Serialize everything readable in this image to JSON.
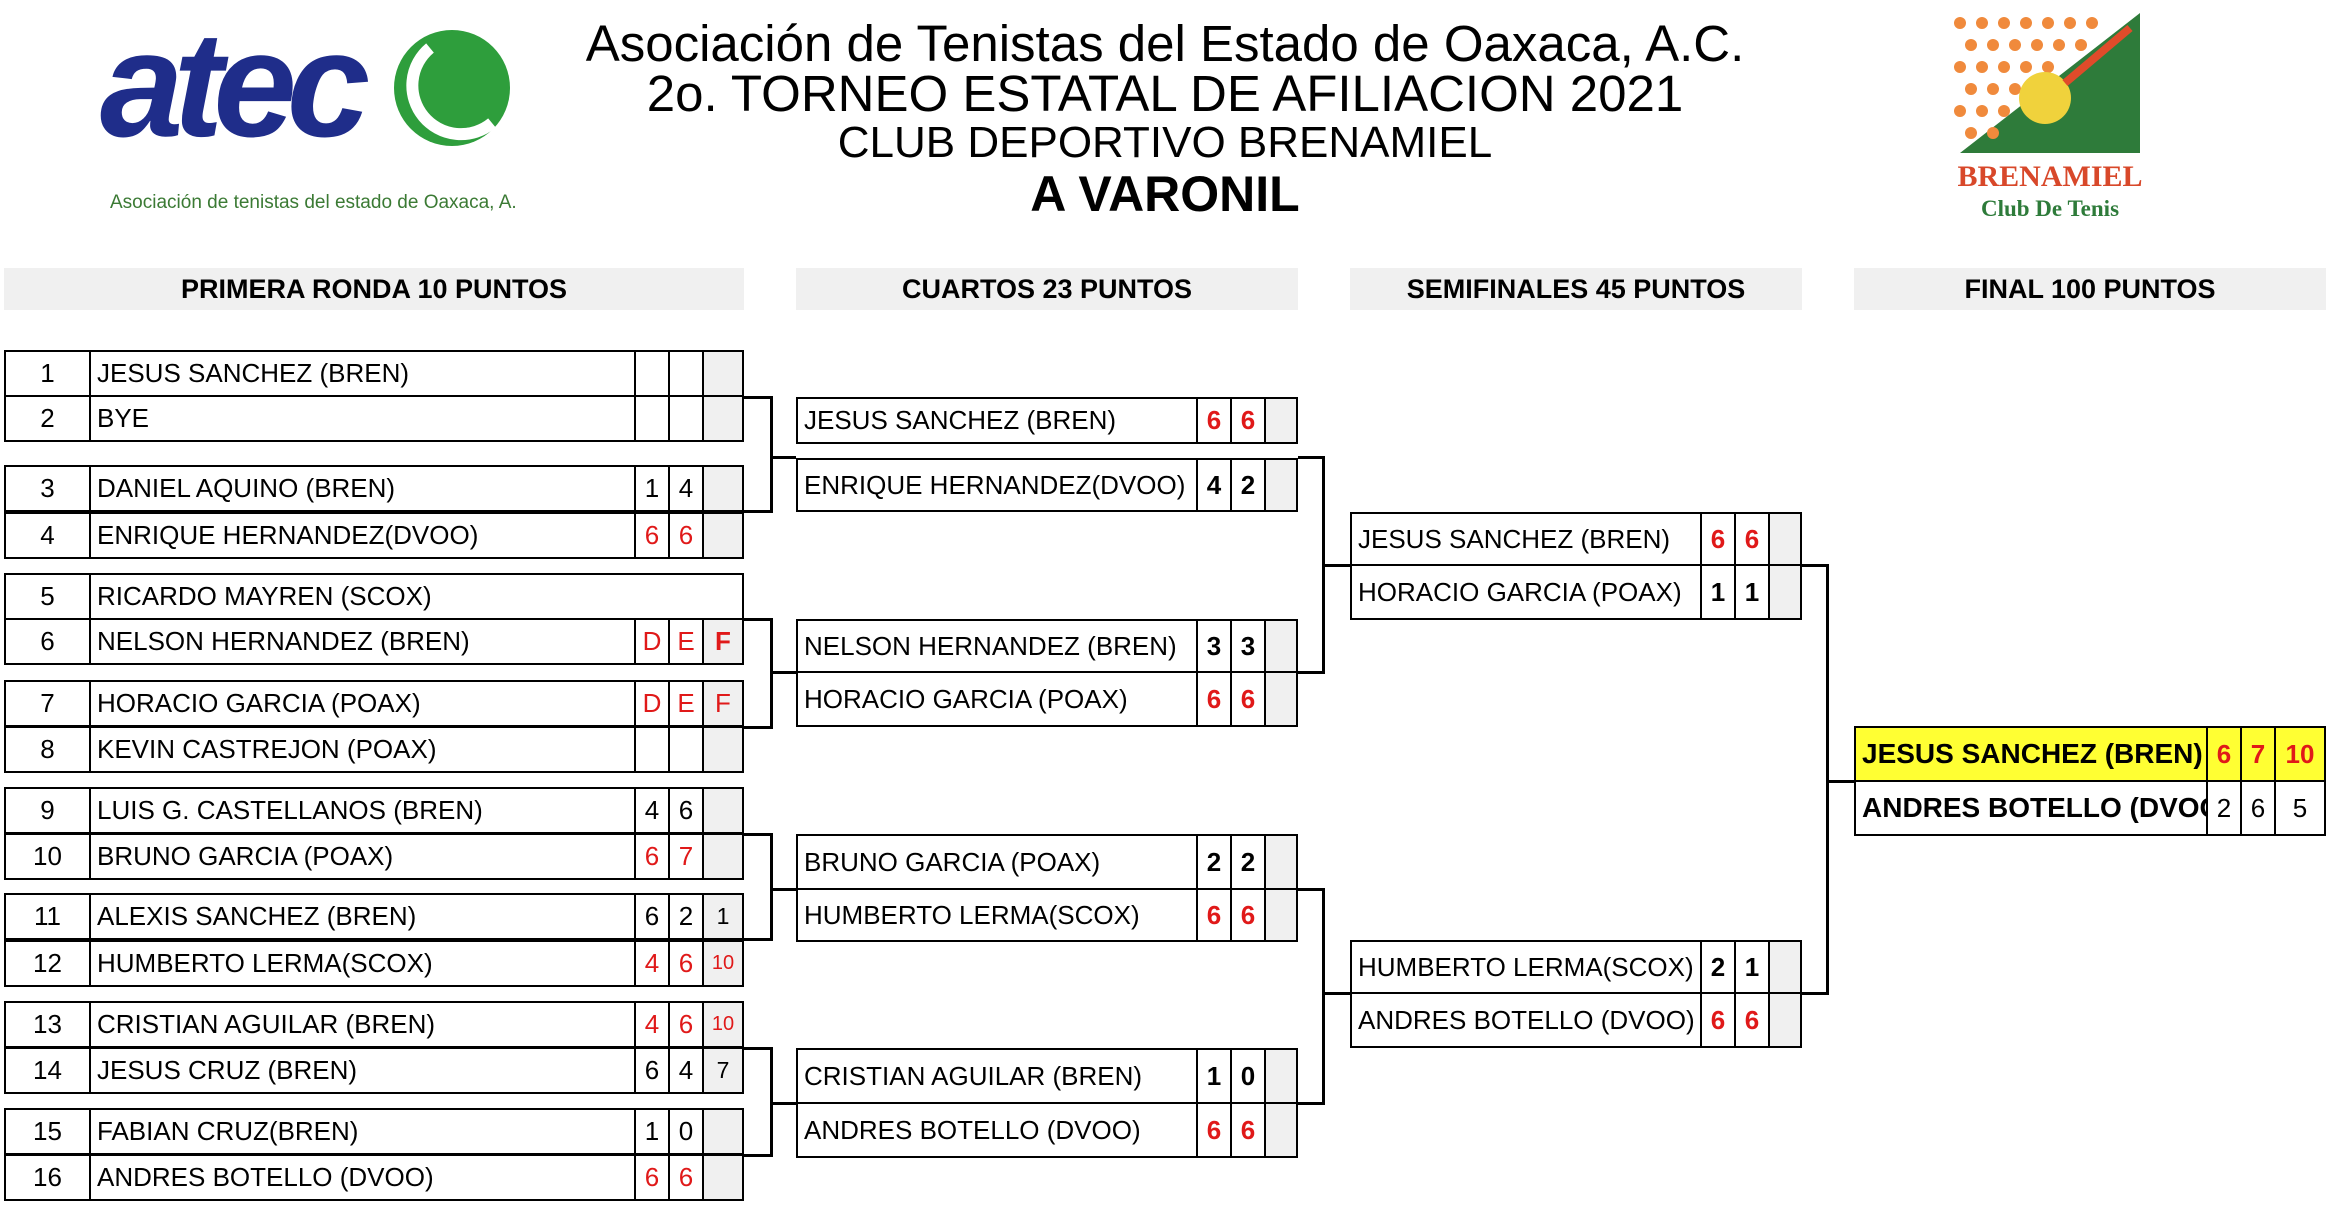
{
  "header": {
    "line1": "Asociación de Tenistas del Estado de Oaxaca, A.C.",
    "line2": "2o. TORNEO ESTATAL DE AFILIACION 2021",
    "line3": "CLUB DEPORTIVO BRENAMIEL",
    "line4": "A  VARONIL"
  },
  "logos": {
    "atec_text": "atec",
    "atec_subtitle": "Asociación de tenistas del estado de Oaxaca, A. C.",
    "brenamiel_name": "BRENAMIEL",
    "brenamiel_sub": "Club De Tenis"
  },
  "rounds": {
    "r1": "PRIMERA RONDA 10 PUNTOS",
    "qf": "CUARTOS 23 PUNTOS",
    "sf": "SEMIFINALES 45 PUNTOS",
    "f": "FINAL 100 PUNTOS"
  },
  "colors": {
    "red": "#e01919",
    "winner_bg": "#ffff33",
    "header_bg": "#f0f0f0"
  },
  "r1_rows": [
    {
      "seed": "1",
      "name": "JESUS SANCHEZ  (BREN)",
      "s": [
        "",
        "",
        ""
      ]
    },
    {
      "seed": "2",
      "name": "BYE",
      "s": [
        "",
        "",
        ""
      ]
    },
    {
      "seed": "3",
      "name": "DANIEL AQUINO (BREN)",
      "s": [
        "1",
        "4",
        ""
      ]
    },
    {
      "seed": "4",
      "name": "ENRIQUE HERNANDEZ(DVOO)",
      "s": [
        "6",
        "6",
        ""
      ]
    },
    {
      "seed": "5",
      "name": "RICARDO MAYREN (SCOX)",
      "s": [
        "",
        "",
        ""
      ]
    },
    {
      "seed": "6",
      "name": "NELSON HERNANDEZ (BREN)",
      "s": [
        "D",
        "E",
        "F"
      ]
    },
    {
      "seed": "7",
      "name": "HORACIO GARCIA  (POAX)",
      "s": [
        "D",
        "E",
        "F"
      ]
    },
    {
      "seed": "8",
      "name": "KEVIN CASTREJON (POAX)",
      "s": [
        "",
        "",
        ""
      ]
    },
    {
      "seed": "9",
      "name": "LUIS G. CASTELLANOS (BREN)",
      "s": [
        "4",
        "6",
        ""
      ]
    },
    {
      "seed": "10",
      "name": "BRUNO GARCIA (POAX)",
      "s": [
        "6",
        "7",
        ""
      ]
    },
    {
      "seed": "11",
      "name": "ALEXIS SANCHEZ (BREN)",
      "s": [
        "6",
        "2",
        "1"
      ]
    },
    {
      "seed": "12",
      "name": "HUMBERTO LERMA(SCOX)",
      "s": [
        "4",
        "6",
        "10"
      ]
    },
    {
      "seed": "13",
      "name": "CRISTIAN AGUILAR (BREN)",
      "s": [
        "4",
        "6",
        "10"
      ]
    },
    {
      "seed": "14",
      "name": "JESUS CRUZ  (BREN)",
      "s": [
        "6",
        "4",
        "7"
      ]
    },
    {
      "seed": "15",
      "name": "FABIAN CRUZ(BREN)",
      "s": [
        "1",
        "0",
        ""
      ]
    },
    {
      "seed": "16",
      "name": "ANDRES BOTELLO (DVOO)",
      "s": [
        "6",
        "6",
        ""
      ]
    }
  ],
  "qf_rows": [
    {
      "name": "JESUS SANCHEZ  (BREN)",
      "s": [
        "6",
        "6"
      ]
    },
    {
      "name": "ENRIQUE HERNANDEZ(DVOO)",
      "s": [
        "4",
        "2"
      ]
    },
    {
      "name": "NELSON HERNANDEZ (BREN)",
      "s": [
        "3",
        "3"
      ]
    },
    {
      "name": "HORACIO GARCIA  (POAX)",
      "s": [
        "6",
        "6"
      ]
    },
    {
      "name": "BRUNO GARCIA (POAX)",
      "s": [
        "2",
        "2"
      ]
    },
    {
      "name": "HUMBERTO LERMA(SCOX)",
      "s": [
        "6",
        "6"
      ]
    },
    {
      "name": "CRISTIAN AGUILAR (BREN)",
      "s": [
        "1",
        "0"
      ]
    },
    {
      "name": "ANDRES BOTELLO (DVOO)",
      "s": [
        "6",
        "6"
      ]
    }
  ],
  "sf_rows": [
    {
      "name": "JESUS SANCHEZ  (BREN)",
      "s": [
        "6",
        "6"
      ]
    },
    {
      "name": "HORACIO GARCIA  (POAX)",
      "s": [
        "1",
        "1"
      ]
    },
    {
      "name": "HUMBERTO LERMA(SCOX)",
      "s": [
        "2",
        "1"
      ]
    },
    {
      "name": "ANDRES BOTELLO (DVOO)",
      "s": [
        "6",
        "6"
      ]
    }
  ],
  "final_rows": [
    {
      "name": "JESUS SANCHEZ  (BREN)",
      "s": [
        "6",
        "7",
        "10"
      ]
    },
    {
      "name": "ANDRES BOTELLO (DVOO",
      "s": [
        "2",
        "6",
        "5"
      ]
    }
  ]
}
